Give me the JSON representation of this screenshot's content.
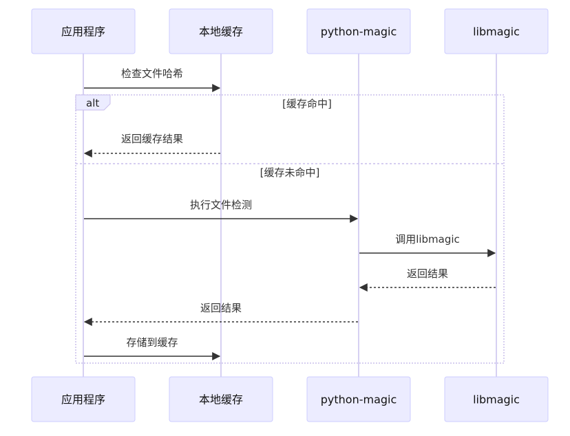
{
  "participants": [
    {
      "id": "app",
      "label": "应用程序"
    },
    {
      "id": "cache",
      "label": "本地缓存"
    },
    {
      "id": "pymagic",
      "label": "python-magic"
    },
    {
      "id": "libmagic",
      "label": "libmagic"
    }
  ],
  "messages": [
    {
      "from": 0,
      "to": 1,
      "label": "检查文件哈希",
      "style": "solid"
    },
    {
      "from": 1,
      "to": 0,
      "label": "返回缓存结果",
      "style": "dashed"
    },
    {
      "from": 0,
      "to": 2,
      "label": "执行文件检测",
      "style": "solid"
    },
    {
      "from": 2,
      "to": 3,
      "label": "调用libmagic",
      "style": "solid"
    },
    {
      "from": 3,
      "to": 2,
      "label": "返回结果",
      "style": "dashed"
    },
    {
      "from": 2,
      "to": 0,
      "label": "返回结果",
      "style": "dashed"
    },
    {
      "from": 0,
      "to": 1,
      "label": "存储到缓存",
      "style": "solid"
    }
  ],
  "alt_block": {
    "tag": "alt",
    "condition_hit": "[缓存命中]",
    "condition_miss": "[缓存未命中]"
  },
  "colors": {
    "actor_fill": "#ECECFF",
    "actor_border": "#CCCCFF",
    "lifeline": "#C8C0EE",
    "arrow": "#333333"
  }
}
